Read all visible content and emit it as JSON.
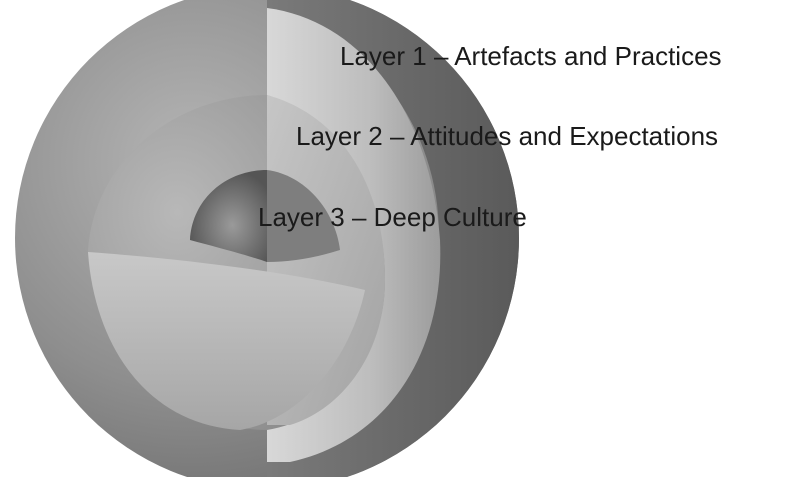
{
  "diagram": {
    "layers": [
      {
        "label": "Layer 1 – Artefacts and Practices"
      },
      {
        "label": "Layer 2 – Attitudes and Expectations"
      },
      {
        "label": "Layer 3 – Deep Culture"
      }
    ],
    "colors": {
      "background": "#ffffff",
      "outer_shell": "#9a9a9a",
      "outer_shell_dark": "#6f6f6f",
      "middle_shell": "#a8a8a8",
      "inner_core": "#6a6a6a",
      "cut_face_light": "#cfcfcf",
      "text": "#1a1a1a"
    }
  }
}
